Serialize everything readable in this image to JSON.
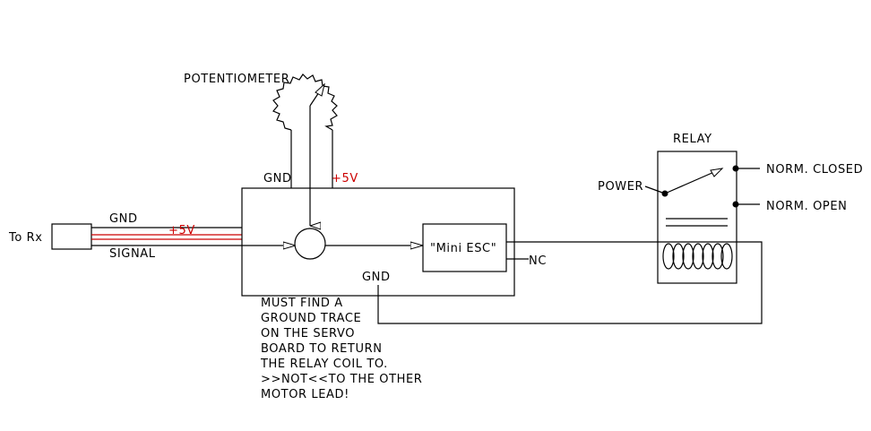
{
  "labels": {
    "to_rx": "To Rx",
    "gnd_input": "GND",
    "plus5v_input": "+5V",
    "signal_input": "SIGNAL",
    "potentiometer": "POTENTIOMETER",
    "gnd_pot": "GND",
    "plus5v_pot": "+5V",
    "mini_esc": "\"Mini ESC\"",
    "nc": "NC",
    "gnd_board": "GND",
    "relay": "RELAY",
    "power": "POWER",
    "norm_closed": "NORM. CLOSED",
    "norm_open": "NORM. OPEN"
  },
  "note_lines": [
    "MUST FIND A",
    "GROUND TRACE",
    "ON THE SERVO",
    "BOARD TO RETURN",
    "THE RELAY COIL TO.",
    ">>NOT<<TO THE OTHER",
    "MOTOR LEAD!"
  ],
  "colors": {
    "wire": "#000000",
    "supply": "#cc0000"
  }
}
